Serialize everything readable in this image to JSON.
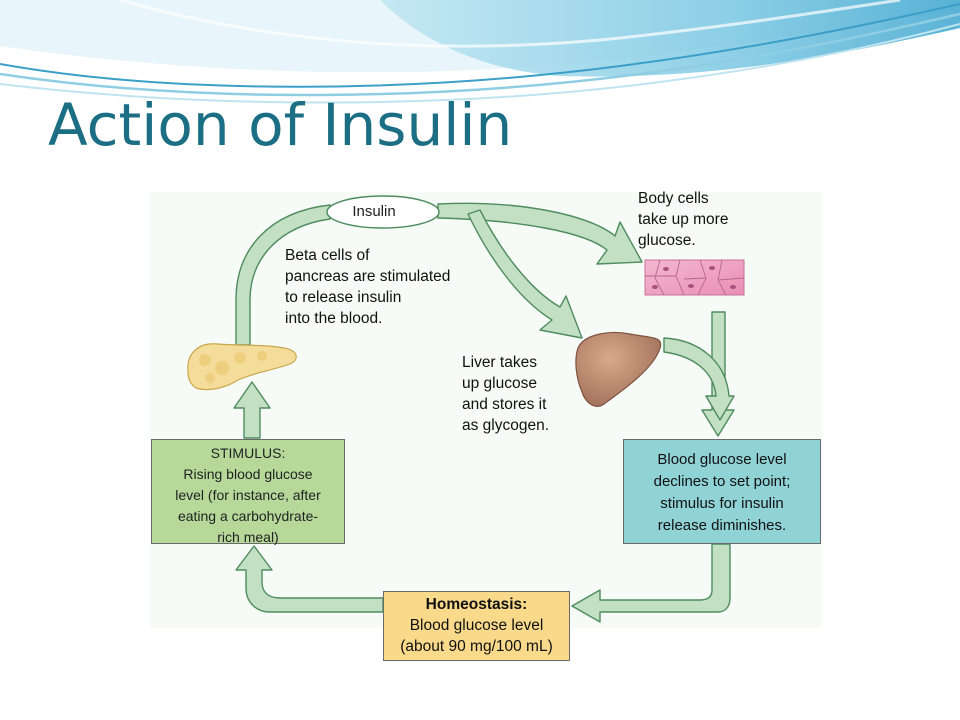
{
  "slide": {
    "title": "Action of Insulin"
  },
  "diagram": {
    "insulin_label": "Insulin",
    "body_cells": [
      "Body cells",
      "take up more",
      "glucose."
    ],
    "beta_cells": [
      "Beta cells of",
      "pancreas are stimulated",
      "to release insulin",
      "into the blood."
    ],
    "liver": [
      "Liver takes",
      "up glucose",
      "and stores it",
      "as glycogen."
    ],
    "stimulus": [
      "STIMULUS:",
      "Rising blood glucose",
      "level (for instance, after",
      "eating a carbohydrate-",
      "rich meal)"
    ],
    "decline": [
      "Blood glucose level",
      "declines to set point;",
      "stimulus for insulin",
      "release diminishes."
    ],
    "homeostasis": {
      "heading": "Homeostasis:",
      "lines": [
        "Blood glucose level",
        "(about 90 mg/100 mL)"
      ]
    }
  },
  "colors": {
    "title": "#1b6e83",
    "arrow_fill": "#c4e0c4",
    "arrow_stroke": "#4e8c5e",
    "stimulus_box": "#b6d99a",
    "decline_box": "#8fd3d6",
    "homeostasis_box": "#f9d98a"
  }
}
